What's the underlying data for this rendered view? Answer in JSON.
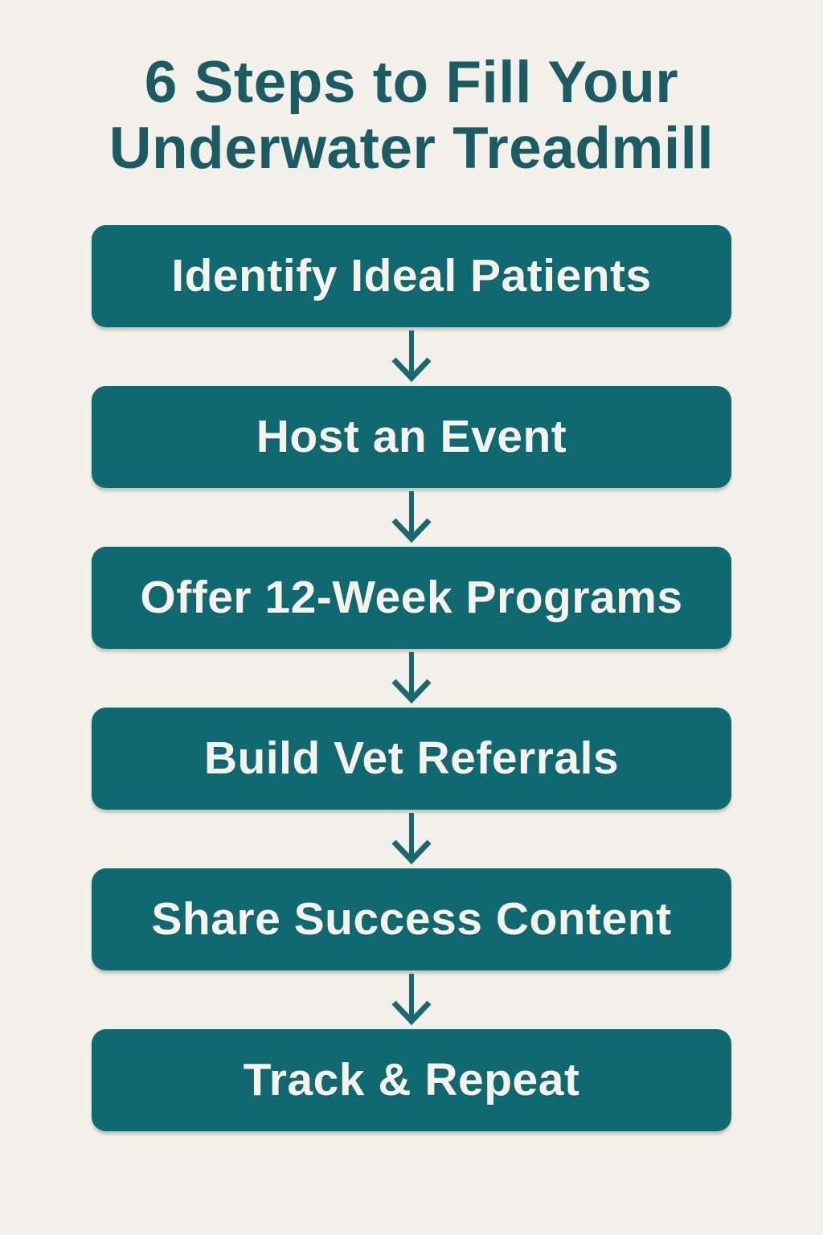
{
  "page": {
    "colors": {
      "bg_color": "#f3f0e9",
      "accent_color": "#0e6970",
      "title_color": "#1b5b64",
      "box_text_color": "#f7f3ea",
      "arrow_color": "#15696f"
    }
  },
  "title": {
    "line1": "6 Steps to Fill Your",
    "line2": "Underwater Treadmill"
  },
  "flow": {
    "steps": [
      {
        "label": "Identify Ideal Patients"
      },
      {
        "label": "Host an Event"
      },
      {
        "label": "Offer 12-Week Programs"
      },
      {
        "label": "Build Vet Referrals"
      },
      {
        "label": "Share Success Content"
      },
      {
        "label": "Track & Repeat"
      }
    ]
  }
}
